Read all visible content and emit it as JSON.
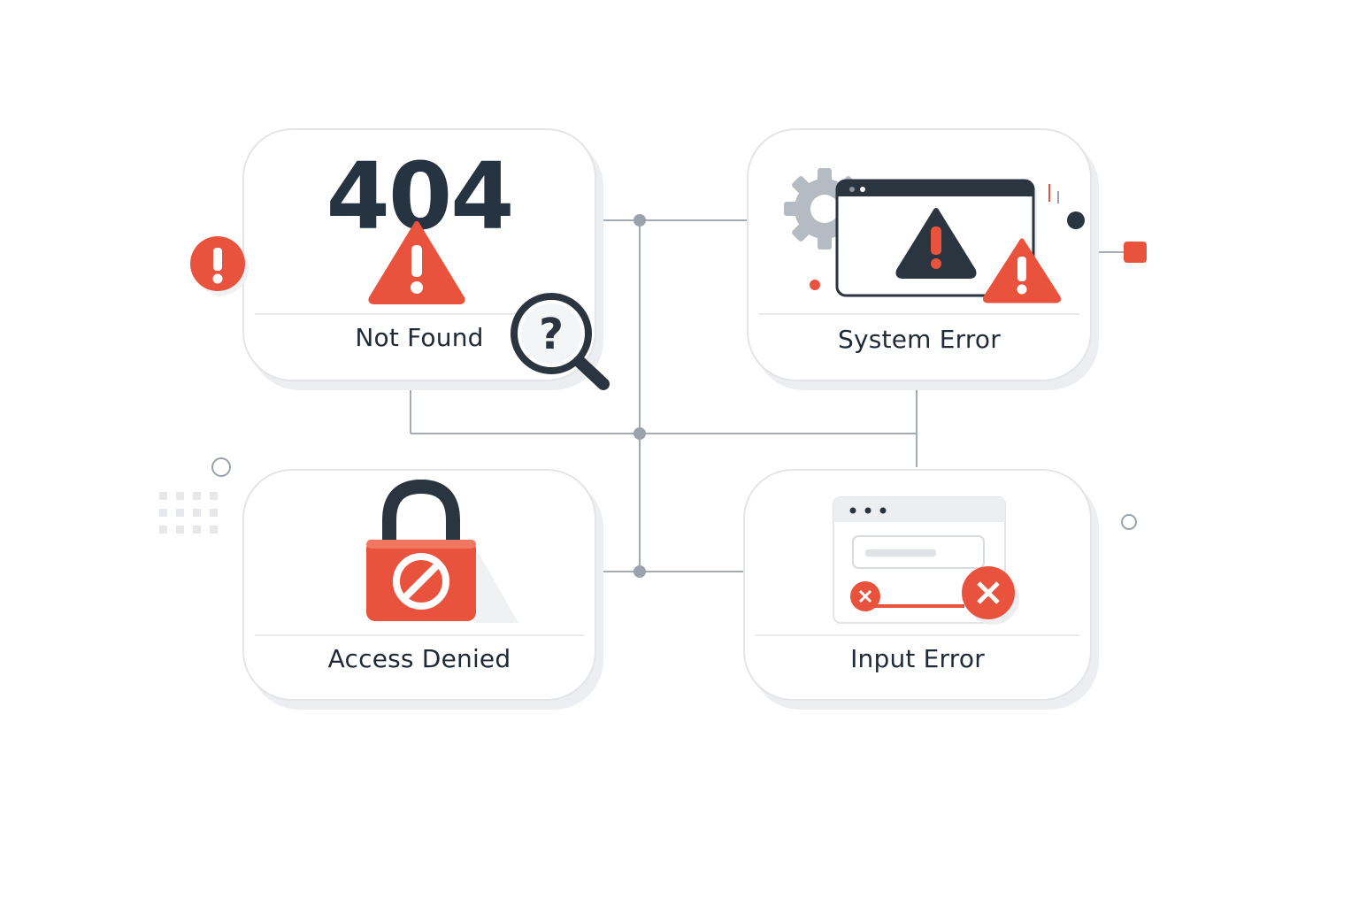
{
  "cards": {
    "not_found": {
      "code": "404",
      "label": "Not Found"
    },
    "system_error": {
      "label": "System Error"
    },
    "access_denied": {
      "label": "Access Denied"
    },
    "input_error": {
      "label": "Input Error"
    }
  },
  "colors": {
    "accent_red": "#e9533d",
    "dark": "#2b3540",
    "connector": "#9aa3ad",
    "card_border": "#e3e5e9",
    "icon_gray": "#b5bbc2"
  },
  "icons": [
    "alert-circle-icon",
    "warning-triangle-icon",
    "search-question-icon",
    "gear-icon",
    "browser-window-icon",
    "padlock-icon",
    "prohibited-icon",
    "form-window-icon",
    "close-circle-icon"
  ]
}
